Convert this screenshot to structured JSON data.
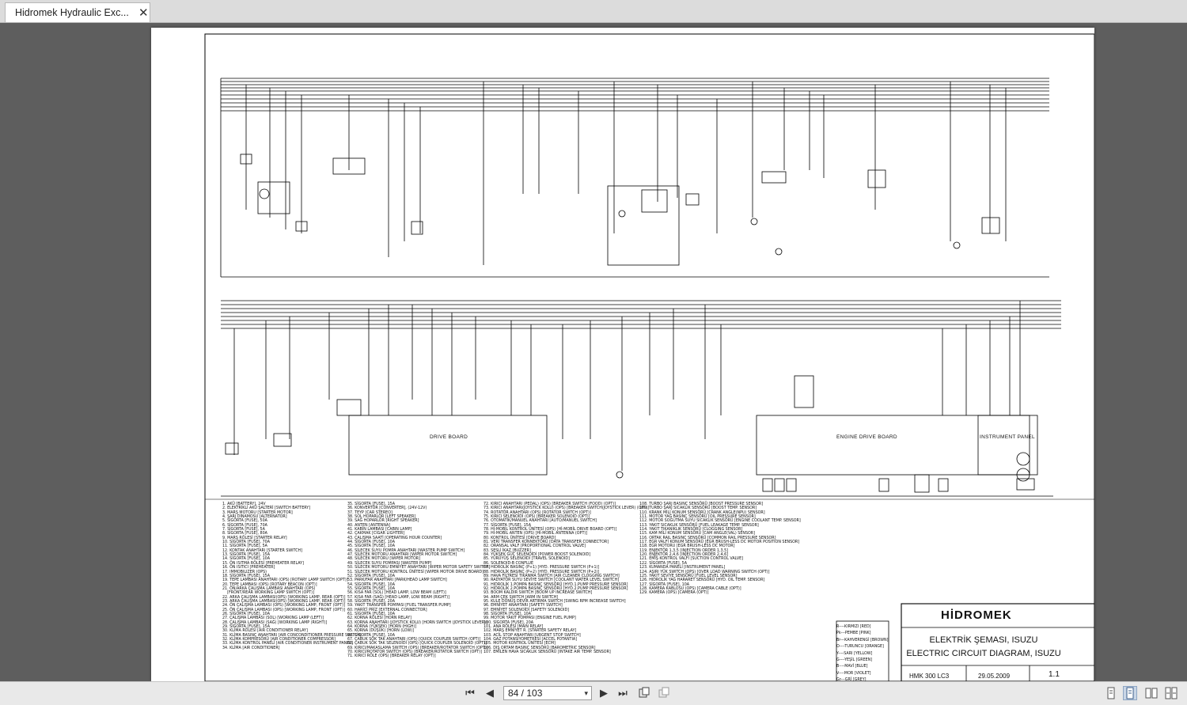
{
  "tab": {
    "title": "Hidromek Hydraulic Exc...",
    "close_glyph": "✕"
  },
  "toolbar": {
    "page_indicator": "84 / 103",
    "first_glyph": "⏮",
    "prev_glyph": "◀",
    "next_glyph": "▶",
    "last_glyph": "⏭",
    "dropdown_glyph": "▾"
  },
  "diagram": {
    "drive_board_label": "DRIVE BOARD",
    "engine_drive_board_label": "ENGINE DRIVE BOARD",
    "instrument_panel_label": "INSTRUMENT PANEL"
  },
  "legend": {
    "col1": "1. AKÜ [BATTERY], 24V\n2. ELEKTRİKLİ AKÜ ŞALTERİ [SWITCH BATTERY]\n3. MARŞ MOTORU [STARTER MOTOR]\n4. ŞARJ DİNAMOSU [ALTERNATOR]\n5. SİGORTA [FUSE], 50A\n6. SİGORTA [FUSE], 70A\n7. SİGORTA [FUSE], 5A\n8. SİGORTA [FUSE], 80A\n9. MARŞ RÖLESİ [STARTER RELAY]\n10. SİGORTA [FUSE], 70A\n11. SİGORTA [FUSE], 5A\n12. KONTAK ANAHTARI [STARTER SWITCH]\n13. SİGORTA [FUSE], 15A\n14. SİGORTA [FUSE], 10A\n15. ÖN ISITMA RÖLESİ [PREHEATER RELAY]\n16. ÖN ISITICI [PREHEATER]\n17. IMMOBILIZER (OPS)\n18. SİGORTA [FUSE], 15A\n19. TEPE LAMBASI ANAHTARI (OPS) [ROTARY LAMP SWITCH (OPT)]\n20. TEPE LAMBASI (OPS) [ROTARY BEACON (OPT)]\n21. ÖN/ARKA ÇALIŞMA LAMBASI ANAHTARI (OPS)\n    [FRONT/REAR WORKING LAMP SWITCH (OPT)]\n22. ARKA ÇALIŞMA LAMBASI(OPS) [WORKING LAMP, REAR (OPT)]\n23. ARKA ÇALIŞMA LAMBASI(OPS) [WORKING LAMP, REAR (OPT)]\n24. ÖN ÇALIŞMA LAMBASI (OPS) [WORKING LAMP, FRONT (OPT)]\n25. ÖN ÇALIŞMA LAMBASI (OPS) [WORKING LAMP, FRONT (OPT)]\n26. SİGORTA [FUSE], 10A\n27. ÇALIŞMA LAMBASI (SOL) [WORKING LAMP (LEFT)]\n28. ÇALIŞMA LAMBASI (SAĞ) [WORKING LAMP (RIGHT)]\n29. SİGORTA [FUSE], 15A\n30. KLİMA RÖLESİ [AIR CONDITIONER RELAY]\n31. KLİMA BASINÇ ANAHTARI [AIR CONCONDITIONER PRESSURE SWITCH]\n32. KLİMA KOMPRESÖRÜ [AIR CONDITIONER COMPRESSOR]\n33. KLİMA KONTROL PANELİ [AIR CONDITIONER INSTRUMENT PANEL]\n34. KLİMA [AIR CONDITIONER]",
    "col2": "35. SİGORTA [FUSE], 15A\n36. KONVERTÖR [CONVERTER], (24V-12V)\n37. TEYP [CAR STEREO]\n38. SOL HOPARLÖR [LEFT SPEAKER]\n39. SAĞ HOPARLÖR [RIGHT SPEAKER]\n40. ANTEN [ANTENNA]\n41. KABİN LAMBASI [CABIN LAMP]\n42. ÇAKMAK [CIGAR LIGHTER]\n43. ÇALIŞMA SAATİ [OPERATING HOUR COUNTER]\n44. SİGORTA [FUSE], 10A\n45. SİGORTA [FUSE], 10A\n46. SİLECEK SUYU POMPA ANAHTARI [WASTER PUMP SWITCH]\n47. SİLECEK MOTORU ANAHTARI [WIPER MOTOR SWITCH]\n48. SİLECEK MOTORU [WIPER MOTOR]\n49. SİLECEK SUYU POMPASI [WASTER PUMP]\n50. SİLECEK MOTORU EMNİYET ANAHTARI [WIPER MOTOR SAFETY SWITCH]\n51. SİLECEK MOTORU KONTROL ÜNİTESİ [WIPER MOTOR DRIVE BOARD]\n52. SİGORTA [FUSE], 10A\n53. PARK/FAR ANAHTARI [PARK/HEAD LAMP SWITCH]\n54. SİGORTA [FUSE], 10A\n55. SİGORTA [FUSE], 10A\n56. KISA FAR (SOL) [HEAD LAMP, LOW BEAM (LEFT)]\n57. KISA FAR (SAĞ) [HEAD LAMP, LOW BEAM (RIGHT)]\n58. SİGORTA [FUSE], 20A\n59. YAKIT TRANSFER POMPASI [FUEL TRANSFER PUMP]\n60. HARİCİ PRİZ [EXTERNAL CONNECTOR]\n61. SİGORTA [FUSE], 10A\n62. KORNA RÖLESİ [HORN RELAY]\n63. KORNA ANAHTARI (JOYSTICK KOLU) [HORN SWITCH (JOYSTICK LEVER)]\n64. KORNA (YÜKSEK) [HORN (HIGH)]\n65. KORNA (DÜŞÜK) [HORN (LOW)]\n66. SİGORTA [FUSE], 10A\n67. ÇABUK SÖK TAK ANAHTARI (OPS) [QUICK COUPLER SWITCH (OPT)]\n68. ÇABUK SÖK TAK SELENOİDİ (OPS) [QUICK COUPLER SOLENOID (OPT)]\n69. KIRICI/MAKASLAMA SWITCH (OPS) [BREAKER/ROTATOR SWITCH (OPT)]\n70. KIRICI/ROTATOR SWITCH (OPS) [BREAKER/ROTATOR SWITCH (OPT)]\n71. KIRICI RÖLE (OPS) [BREAKER RELAY (OPT)]",
    "col3": "72. KIRICI ANAHTARI (PEDAL) (OPS) [BREAKER SWITCH (FOOD) (OPT)]\n73. KIRICI ANAHTARI(JOYSTICK KOLU) (OPS) [BREAKER SWITCH(JOYSTICK LEVER) (OPT)]\n74. ROTATÖR ANAHTARI (OPS) [ROTATOR SWITCH (OPT)]\n75. KIRICI SELENOİDİ (OPS) [BREAKER SOLENOID (OPT)]\n76. OTOMATİK/MANUEL ANAHTARI [AUTO/MANUEL SWITCH]\n77. SİGORTA [FUSE], 15A\n78. Hİ-MOBİL KONTROL ÜNİTESİ (OPS) [Hİ-MOBİL DRIVE BOARD (OPT)]\n79. Hİ-MOBİL ANTEN (OPS) [Hİ-MOBİL ANTENNA (OPT)]\n80. KONTROL ÜNİTESİ [DRIVE BOARD]\n81. VERİ TRANSFER KONNEKTÖRÜ [DATA TRANSFER CONNECTOR]\n82. ORANSAL VALF [PROPORTIONAL CONTROL VALVE]\n83. SESLİ İKAZ [BUZZER]\n84. YÜKSEK GÜÇ SELENOİDİ [POWER BOOST SOLENOID]\n85. YÜRÜYÜŞ SELENOİDİ [TRAVEL SOLENOID]\n86. SOLENOID-B CONFLUE\n87. HIDROLİK BASINÇ (P+1) [HYD. PRESSURE SWITCH (P+1)]\n88. HIDROLİK BASINÇ (P+2) [HYD. PRESSURE SWITCH (P+2)]\n89. HAVA FİLTRESİ TIKANMA SWITCH [AIR CLEANER CLOGGING SWITCH]\n90. RADYATÖR SUYU SEVİYE SWITCH [COOLANT WATER LEVEL SWITCH]\n91. HIDROLİK 1.POMPA BASINÇ SENSÖRÜ [HYD.1.PUMP PRESSURE SENSOR]\n92. HIDROLİK 2.POMPA BASINÇ SENSÖRÜ [HYD.2.PUMP PRESSURE SENSOR]\n93. BOOM KALDIR SWITCH [BOOM UP INCREASE SWITCH]\n94. ARM ÇEK SWITCH [ARM IN SWITCH]\n95. KULE DÖNÜŞ DEVİR ARTIRMA SWITCH [SWING RPM INCREASE SWITCH]\n96. EMNİYET ANAHTARI [SAFETY SWITCH]\n97. EMNİYET SOLENOİDİ [SAFETY SOLENOID]\n98. SİGORTA [FUSE], 10A\n99. MOTOR YAKIT POMPASI [ENGINE FUEL PUMP]\n100. SİGORTA [FUSE], 20A\n101. ANA RÖLESİ [MAIN RELAY]\n102. MARŞ EMNİYET R. [STARTER SAFETY RELAY]\n103. ACİL STOP ANAHTARI [URGENT STOP SWITCH]\n104. GAZ POTANSİYOMETRESİ [ACCEL POTANTIA]\n105. MOTOR KONTROL ÜNİTESİ [ECM]\n106. DIŞ ORTAM BASINÇ SENSÖRÜ [BAROMETRIC SENSOR]\n107. EMİLEN HAVA SICAKLIK SENSÖRÜ [INTAKE AIR TEMP. SENSOR]",
    "col4": "108. TURBO ŞARJ BASINÇ SENSÖRÜ [BOOST PRESSURE SENSOR]\n109. TURBO ŞARJ SICAKLIK SENSÖRÜ [BOOST TEMP. SENSOR]\n110. KRANK MİLİ KONUM SENSÖRÜ [CRANK ANGLE(NPU) SENSOR]\n111. MOTOR YAĞ BASINÇ SENSÖRÜ [OIL PRESSURE SENSOR]\n112. MOTOR SOĞUTMA SUYU SICAKLIK SENSÖRÜ [ENGINE COOLANT TEMP. SENSOR]\n113. YAKIT SICAKLIK SENSÖRÜ [FUEL LEAKAGE TEMP. SENSOR]\n114. YAKIT TIKANIKLIK SENSÖRÜ [CLOGGING SENSOR]\n115. KAM MİLİ KONUM SENSÖRÜ [CAM ANGLE(VAL) SENSOR]\n116. ORTAK RAIL BASINÇ SENSÖRÜ [COMMON RAIL PRESSURE SENSOR]\n117. EGR VALFİ KONUM SENSÖRÜ [EGR BRUSH-LESS DC MOTOR POSITION SENSOR]\n118. EGR MOTORU [EGR BRUSH-LESS DC MOTOR]\n119. ENJEKTÖR 1,3,5 [INJECTION ORDER 1,3,5]\n120. ENJEKTÖR 2,4,6 [INJECTION ORDER 2,4,6]\n121. EMİŞ KONTROL VALFİ [SUCTION CONTROL VALVE]\n122. SİGORTA [FUSE], 5A\n123. KUMANDA PANELİ [INSTRUMENT PANEL]\n124. AŞIRI YÜK SWITCH (OPS) [OVER LOAD WARNING SWITCH (OPT)]\n125. YAKIT SEVİYE SENSÖRÜ [FUEL LEVEL SENSOR]\n126. HIDROLİK YAĞ HARARET SENSÖRÜ [HYD. OIL TEMP. SENSOR]\n127. SİGORTA [FUSE], 10A\n128. KAMERA KABLOSU (OPS) [CAMERA CABLE (OPT)]\n129. KAMERA (OPS) [CAMERA (OPT)]"
  },
  "color_legend": "R----KIRMIZI [RED]\nPk---PEMBE [PINK]\nBr---KAHVERENGİ [BROWN]\nO----TURUNCU [ORANGE]\nY----SARI [YELLOW]\nG----YEŞİL [GREEN]\nB----MAVİ [BLUE]\nV----MOR [VIOLET]\nGr---GRİ [GREY]\nBk---SİYAH [BLACK]\nW----BEYAZ [WHITE]\nDb---LACİVERT [DARK BLUE]",
  "title_block": {
    "brand": "HİDROMEK",
    "title_tr": "ELEKTRİK ŞEMASI, ISUZU",
    "title_en": "ELECTRIC CIRCUIT DIAGRAM, ISUZU",
    "model": "HMK 300 LC3",
    "date": "29.05.2009",
    "revision": "1.1"
  }
}
